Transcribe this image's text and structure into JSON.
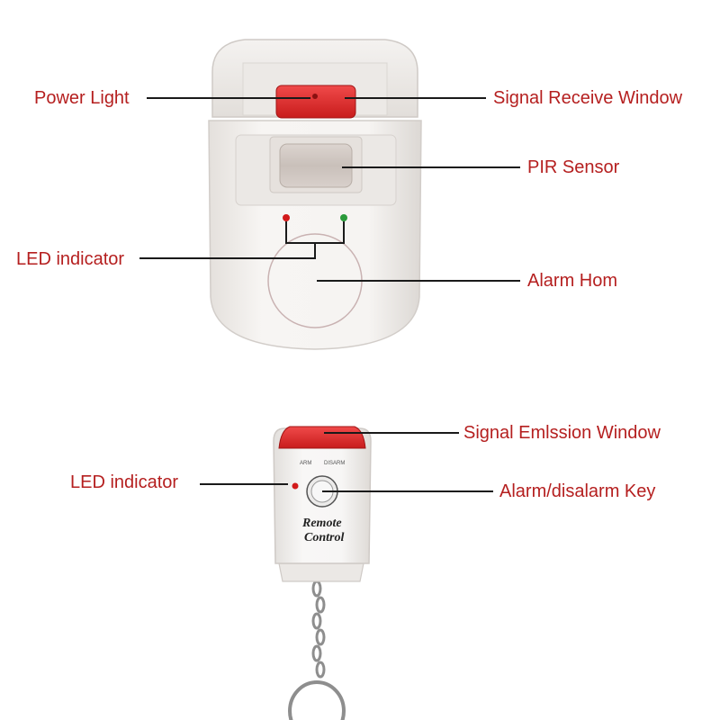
{
  "colors": {
    "label": "#b51f1f",
    "leader": "#1a1a1a",
    "device_body": "#f3f0ee",
    "red_window": "#e22a2a",
    "led_red": "#d21a1a",
    "led_green": "#2a9a3a"
  },
  "sensor_unit": {
    "labels": {
      "power_light": "Power Light",
      "signal_receive_window": "Signal Receive Window",
      "pir_sensor": "PIR Sensor",
      "led_indicator": "LED indicator",
      "alarm_horn": "Alarm Hom"
    }
  },
  "remote_unit": {
    "labels": {
      "signal_emission_window": "Signal Emlssion Window",
      "led_indicator": "LED indicator",
      "alarm_key": "Alarm/disalarm Key"
    },
    "body_text_line1": "Remote",
    "body_text_line2": "Control",
    "key_tiny_left": "ARM",
    "key_tiny_right": "DISARM"
  }
}
